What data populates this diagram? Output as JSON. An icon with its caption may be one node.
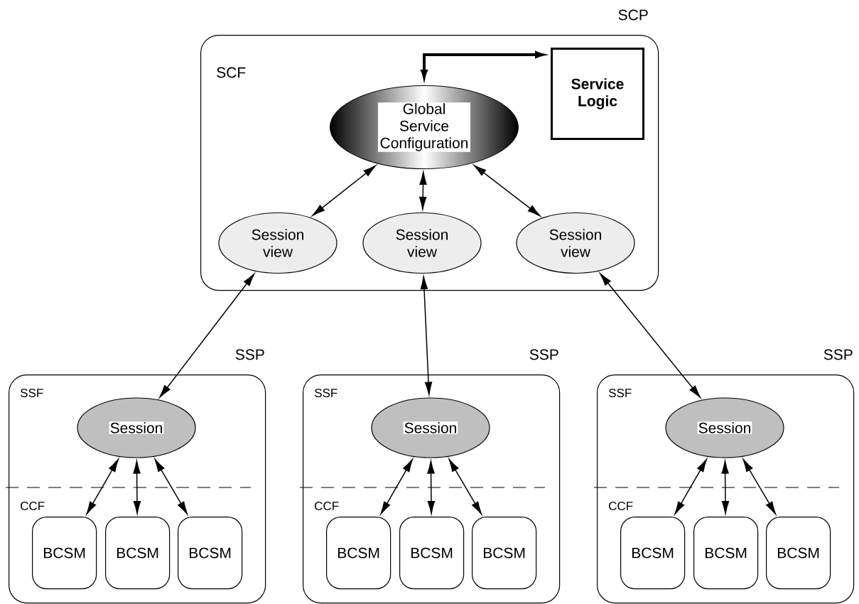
{
  "diagram": {
    "nodes": [
      {
        "text": [
          "SCP",
          "SCF"
        ]
      },
      {
        "text": [
          "Global Service Configuration"
        ],
        "in": 0
      },
      {
        "text": [
          "Service Logic"
        ],
        "in": 0
      },
      {
        "text": [
          "Session view"
        ],
        "in": 0
      },
      {
        "text": [
          "Session view"
        ],
        "in": 0
      },
      {
        "text": [
          "Session view"
        ],
        "in": 0
      },
      {
        "text": [
          "SSP",
          "SSF",
          "CCF"
        ]
      },
      {
        "text": [
          "Session"
        ],
        "in": 6
      },
      {
        "text": [
          "BCSM"
        ],
        "in": 6
      },
      {
        "text": [
          "BCSM"
        ],
        "in": 6
      },
      {
        "text": [
          "BCSM"
        ],
        "in": 6
      },
      {
        "text": [
          "SSP",
          "SSF",
          "CCF"
        ]
      },
      {
        "text": [
          "Session"
        ],
        "in": 11
      },
      {
        "text": [
          "BCSM"
        ],
        "in": 11
      },
      {
        "text": [
          "BCSM"
        ],
        "in": 11
      },
      {
        "text": [
          "BCSM"
        ],
        "in": 11
      },
      {
        "text": [
          "SSP",
          "SSF",
          "CCF"
        ]
      },
      {
        "text": [
          "Session"
        ],
        "in": 16
      },
      {
        "text": [
          "BCSM"
        ],
        "in": 16
      },
      {
        "text": [
          "BCSM"
        ],
        "in": 16
      },
      {
        "text": [
          "BCSM"
        ],
        "in": 16
      }
    ],
    "edges": [
      {
        "from": 1,
        "to": 2,
        "arrow": "both",
        "style": "thick"
      },
      {
        "from": 1,
        "to": 3,
        "arrow": "both"
      },
      {
        "from": 1,
        "to": 4,
        "arrow": "both"
      },
      {
        "from": 1,
        "to": 5,
        "arrow": "both"
      },
      {
        "from": 3,
        "to": 7,
        "arrow": "both"
      },
      {
        "from": 4,
        "to": 12,
        "arrow": "both"
      },
      {
        "from": 5,
        "to": 17,
        "arrow": "both"
      },
      {
        "from": 7,
        "to": 8,
        "arrow": "both"
      },
      {
        "from": 7,
        "to": 9,
        "arrow": "both"
      },
      {
        "from": 7,
        "to": 10,
        "arrow": "both"
      },
      {
        "from": 12,
        "to": 13,
        "arrow": "both"
      },
      {
        "from": 12,
        "to": 14,
        "arrow": "both"
      },
      {
        "from": 12,
        "to": 15,
        "arrow": "both"
      },
      {
        "from": 17,
        "to": 18,
        "arrow": "both"
      },
      {
        "from": 17,
        "to": 19,
        "arrow": "both"
      },
      {
        "from": 17,
        "to": 20,
        "arrow": "both"
      }
    ]
  }
}
